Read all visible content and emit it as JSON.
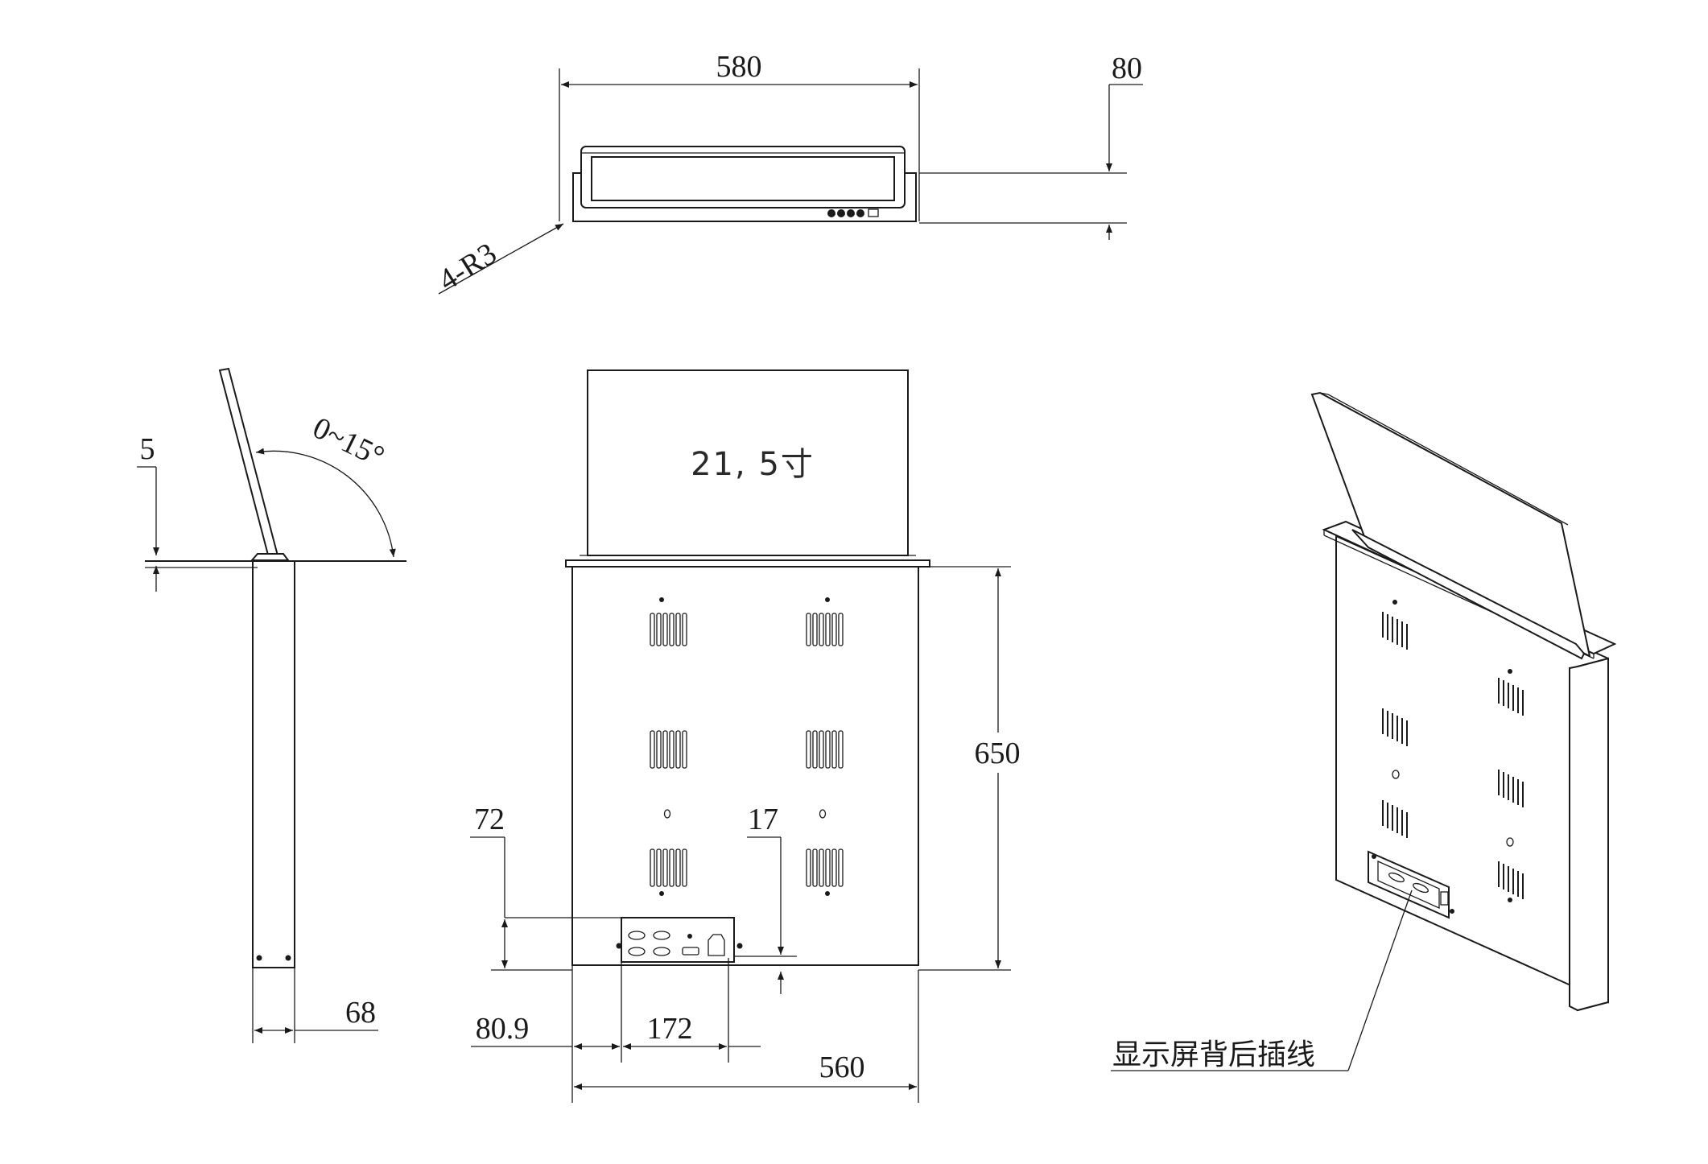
{
  "top_view": {
    "width_label": "580",
    "height_label": "80",
    "radius_label": "4-R3"
  },
  "side_view": {
    "offset_label": "5",
    "angle_label": "0~15°",
    "depth_label": "68"
  },
  "front_view": {
    "screen_label": "21, 5寸",
    "height_label": "650",
    "panel_height_label": "72",
    "panel_right_gap_label": "17",
    "panel_left_offset_label": "80.9",
    "panel_width_label": "172",
    "total_width_label": "560"
  },
  "iso_view": {
    "callout_label": "显示屏背后插线"
  }
}
